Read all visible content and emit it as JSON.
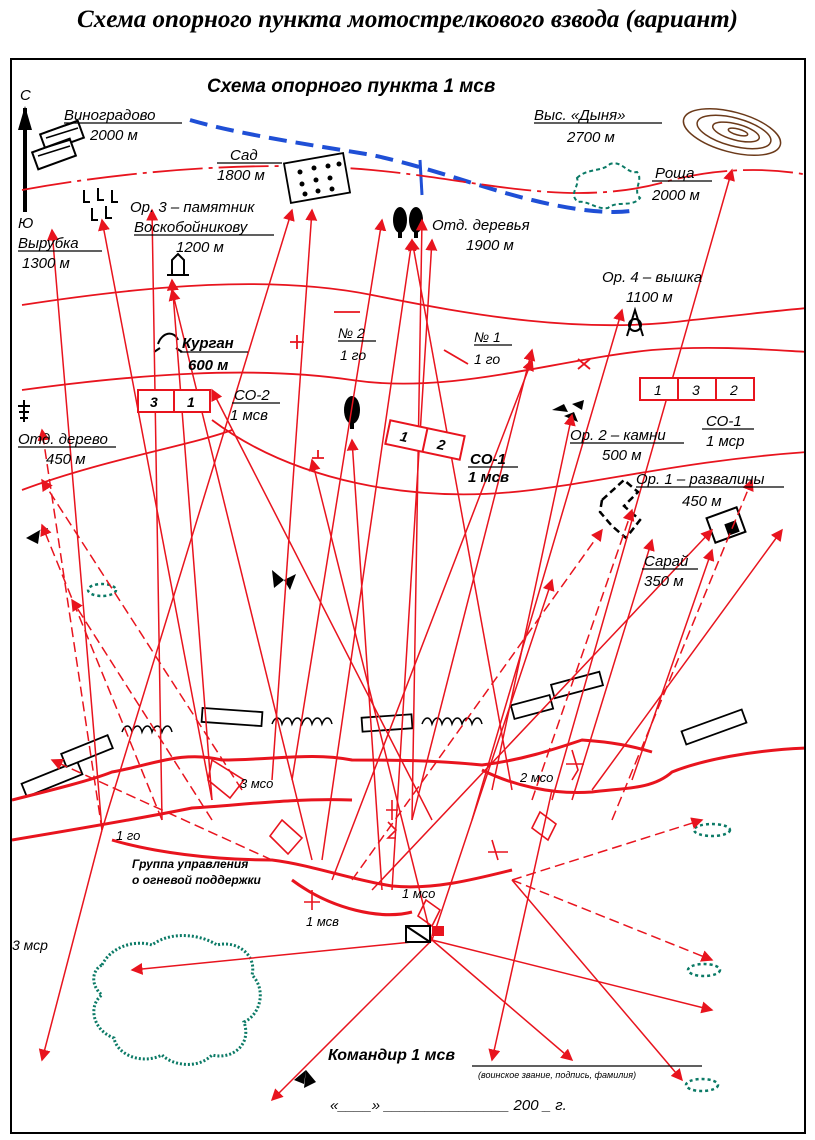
{
  "title": "Схема опорного пункта мотострелкового взвода (вариант)",
  "scheme_title": "Схема опорного пункта 1 мсв",
  "compass": {
    "north": "С",
    "south": "Ю"
  },
  "landmarks": {
    "vinogradovo": {
      "name": "Виноградово",
      "dist": "2000 м"
    },
    "sad": {
      "name": "Сад",
      "dist": "1800 м"
    },
    "dynya": {
      "name": "Выс. «Дыня»",
      "dist": "2700 м"
    },
    "roshcha": {
      "name": "Роща",
      "dist": "2000 м"
    },
    "vyrubka": {
      "name": "Вырубка",
      "dist": "1300 м"
    },
    "or3": {
      "line1": "Ор. 3 – памятник",
      "line2": "Воскобойникову",
      "dist": "1200 м"
    },
    "otd_derevya": {
      "name": "Отд. деревья",
      "dist": "1900 м"
    },
    "or4": {
      "name": "Ор. 4 – вышка",
      "dist": "1100 м"
    },
    "kurgan": {
      "name": "Курган",
      "dist": "600 м"
    },
    "otd_derevo": {
      "name": "Отд. дерево",
      "dist": "450 м"
    },
    "or2": {
      "name": "Ор. 2 – камни",
      "dist": "500 м"
    },
    "or1": {
      "name": "Ор. 1 – развалины",
      "dist": "450 м"
    },
    "saray": {
      "name": "Сарай",
      "dist": "350 м"
    }
  },
  "positions": {
    "n2": {
      "name": "№ 2",
      "unit": "1 го"
    },
    "n1": {
      "name": "№ 1",
      "unit": "1 го"
    },
    "so2": {
      "name": "СО-2",
      "unit": "1 мсв",
      "cells": [
        "3",
        "1"
      ]
    },
    "so1_center": {
      "name": "СО-1",
      "unit": "1 мсв",
      "cells": [
        "1",
        "2"
      ]
    },
    "so1_right": {
      "name": "СО-1",
      "unit": "1 мср",
      "cells": [
        "1",
        "3",
        "2"
      ]
    }
  },
  "units": {
    "msd3": "3 мсо",
    "msd2": "2 мсо",
    "msd1": "1 мсо",
    "go1": "1 го",
    "msv1": "1 мсв",
    "msr3": "3 мср",
    "control_line1": "Группа управления",
    "control_line2": "о огневой поддержки"
  },
  "footer": {
    "commander": "Командир 1 мсв",
    "signature_note": "(воинское звание, подпись, фамилия)",
    "date_line": "«____» _______________ 200 _ г."
  },
  "colors": {
    "red": "#e8141e",
    "blue": "#1f4fd6",
    "black": "#000000"
  }
}
